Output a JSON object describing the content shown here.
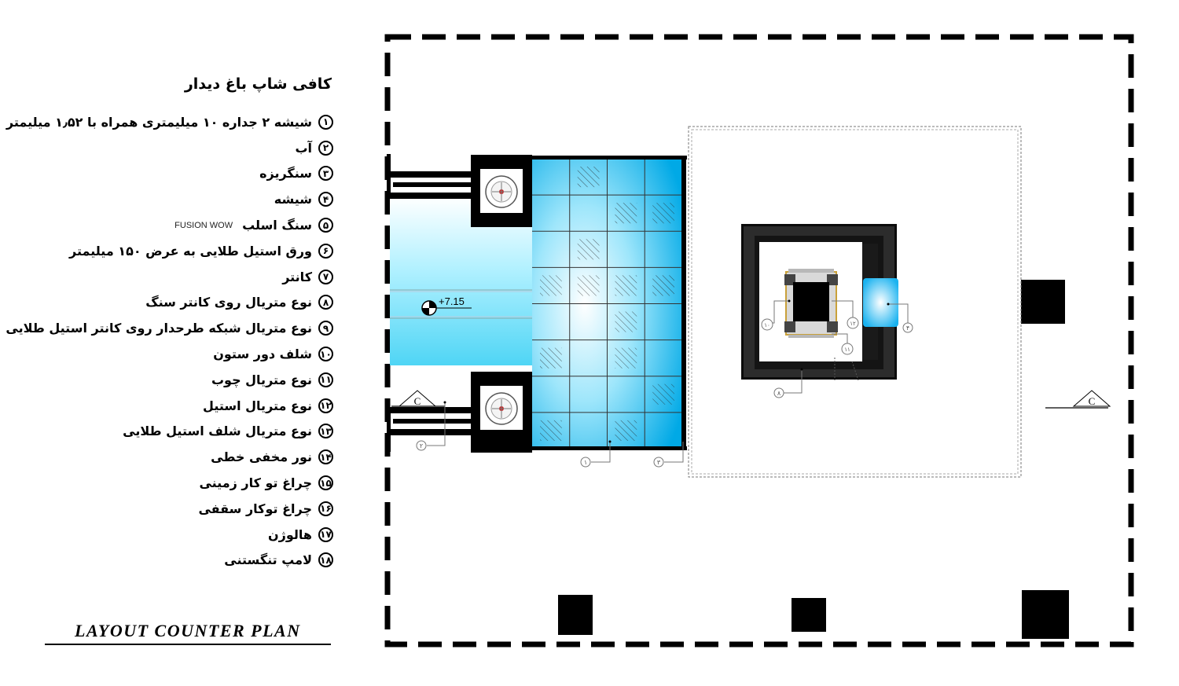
{
  "title": "کافی شاپ باغ دیدار",
  "legend": [
    {
      "num": "۱",
      "text": "شیشه ۲ جداره ۱۰ میلیمتری همراه با ۱٫۵۲ میلیمتر",
      "note": ""
    },
    {
      "num": "۲",
      "text": "آب",
      "note": ""
    },
    {
      "num": "۳",
      "text": "سنگریزه",
      "note": ""
    },
    {
      "num": "۴",
      "text": "شیشه",
      "note": ""
    },
    {
      "num": "۵",
      "text": "سنگ اسلب",
      "note": "FUSION WOW"
    },
    {
      "num": "۶",
      "text": "ورق استیل طلایی به عرض ۱۵۰ میلیمتر",
      "note": ""
    },
    {
      "num": "۷",
      "text": "کانتر",
      "note": ""
    },
    {
      "num": "۸",
      "text": "نوع متریال روی کانتر سنگ",
      "note": ""
    },
    {
      "num": "۹",
      "text": "نوع متریال شبکه طرحدار روی کانتر استیل طلایی",
      "note": ""
    },
    {
      "num": "۱۰",
      "text": "شلف دور ستون",
      "note": ""
    },
    {
      "num": "۱۱",
      "text": "نوع متریال چوب",
      "note": ""
    },
    {
      "num": "۱۲",
      "text": "نوع متریال استیل",
      "note": ""
    },
    {
      "num": "۱۳",
      "text": "نوع متریال شلف استیل طلایی",
      "note": ""
    },
    {
      "num": "۱۴",
      "text": "نور مخفی خطی",
      "note": ""
    },
    {
      "num": "۱۵",
      "text": "چراغ تو کار زمینی",
      "note": ""
    },
    {
      "num": "۱۶",
      "text": "چراغ توکار سقفی",
      "note": ""
    },
    {
      "num": "۱۷",
      "text": "هالوژن",
      "note": ""
    },
    {
      "num": "۱۸",
      "text": "لامپ تنگستنی",
      "note": ""
    }
  ],
  "plan_title": "LAYOUT COUNTER PLAN",
  "level_mark": "+7.15",
  "section_label": "C",
  "callouts": {
    "c1": "۱",
    "c2": "۲",
    "c3": "۳",
    "c4": "۴",
    "c8": "۸",
    "c10": "۱۰",
    "c11": "۱۱",
    "c12": "۱۲"
  },
  "colors": {
    "ink": "#000000",
    "water_light": "#e4fbff",
    "water_mid": "#7fe2f7",
    "water_dark": "#00b4ea",
    "glass_light": "#ffffff",
    "glass_dark": "#0aaee8",
    "counter_shadow": "#3a3a3a",
    "gold": "#c9a13a"
  }
}
